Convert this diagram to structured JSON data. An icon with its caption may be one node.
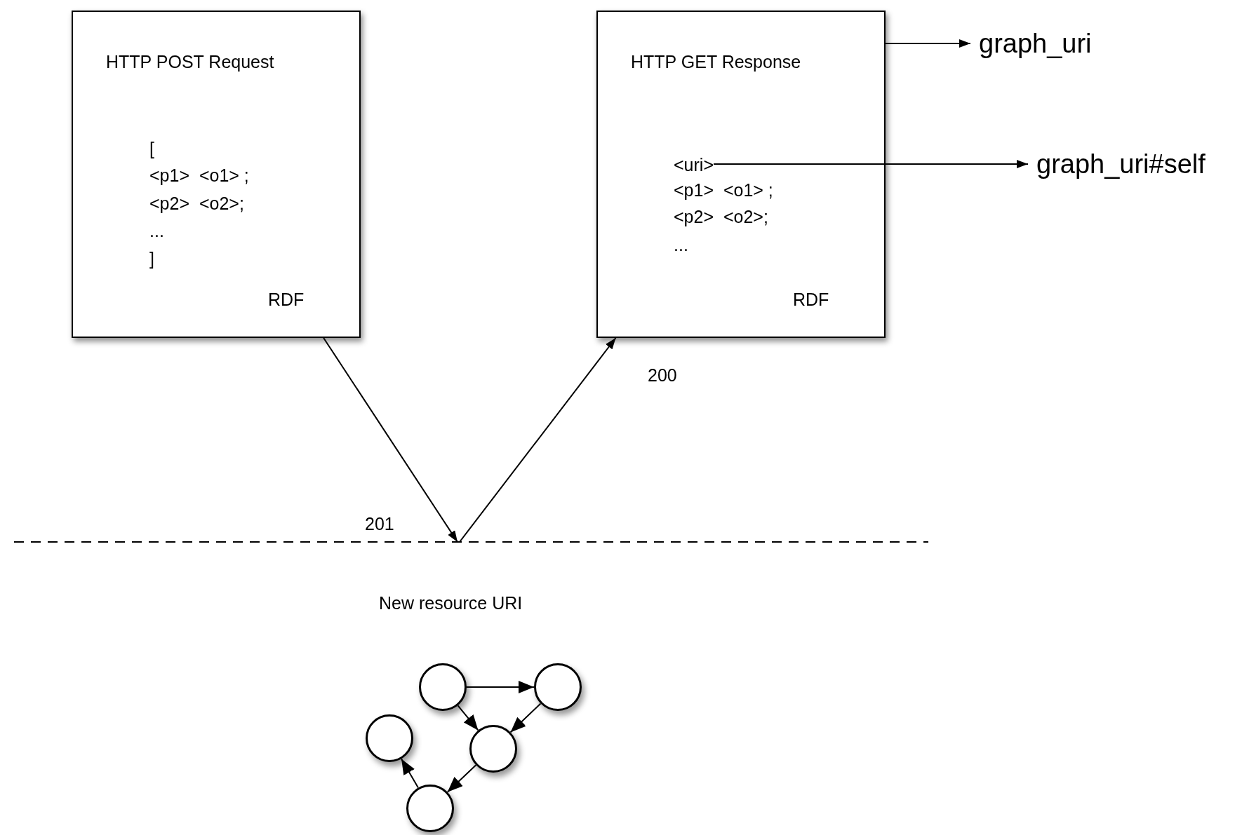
{
  "diagram": {
    "nodes": [
      {
        "text": [
          "HTTP POST Request",
          "[",
          "<p1>  <o1> ;",
          "<p2>  <o2>;",
          "...",
          "]",
          "RDF"
        ]
      },
      {
        "text": [
          "HTTP GET Response",
          "<p1>  <o1> ;",
          "<p2>  <o2>;",
          "...",
          "RDF"
        ]
      },
      {
        "text": [
          "<uri>"
        ],
        "in": 1
      },
      {
        "text": [
          "graph_uri"
        ]
      },
      {
        "text": [
          "graph_uri#self"
        ]
      },
      {
        "text": [],
        "shape": "circle"
      },
      {
        "text": [],
        "shape": "circle"
      },
      {
        "text": [],
        "shape": "circle"
      },
      {
        "text": [],
        "shape": "circle"
      },
      {
        "text": [],
        "shape": "circle"
      }
    ],
    "edges": [
      {
        "from": 1,
        "to": 3,
        "arrow": "to"
      },
      {
        "from": 2,
        "to": 4,
        "arrow": "to"
      },
      {
        "from": 0,
        "to": null,
        "arrow": "to"
      },
      {
        "from": null,
        "to": 1,
        "arrow": "to"
      },
      {
        "from": 5,
        "to": 6,
        "arrow": "to"
      },
      {
        "from": 5,
        "to": 8,
        "arrow": "to"
      },
      {
        "from": 6,
        "to": 8,
        "arrow": "to"
      },
      {
        "from": 8,
        "to": 9,
        "arrow": "to"
      },
      {
        "from": 9,
        "to": 7,
        "arrow": "to"
      }
    ],
    "labels": [
      "200",
      "201",
      "New resource URI"
    ]
  }
}
